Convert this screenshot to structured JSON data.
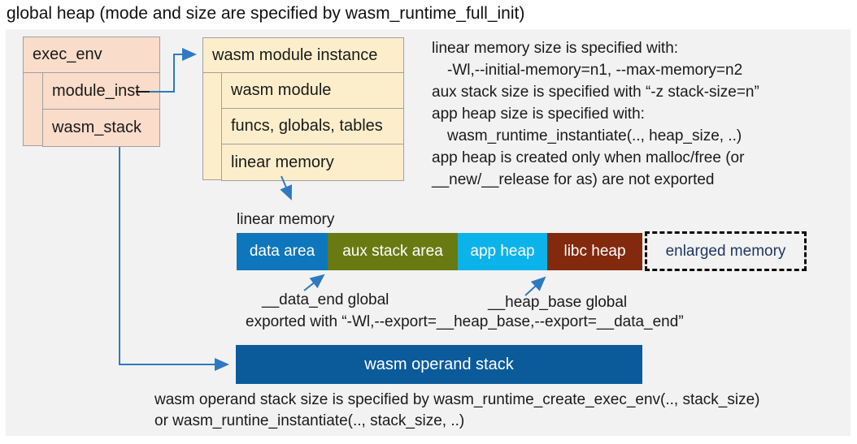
{
  "title": "global heap (mode and size are specified by wasm_runtime_full_init)",
  "exec_env": {
    "header": "exec_env",
    "rows": [
      "module_inst",
      "wasm_stack"
    ]
  },
  "module_instance": {
    "header": "wasm module instance",
    "rows": [
      "wasm module",
      "funcs, globals, tables",
      "linear memory"
    ]
  },
  "info": {
    "lines": [
      "linear memory size is specified with:",
      "-Wl,--initial-memory=n1, --max-memory=n2",
      "aux stack size is specified with “-z stack-size=n”",
      "app heap size is specified with:",
      "wasm_runtime_instantiate(.., heap_size, ..)",
      "app heap is created only when malloc/free (or",
      "__new/__release for as) are not exported"
    ]
  },
  "linear_memory": {
    "label": "linear memory",
    "segments": [
      {
        "label": "data area",
        "color": "#0e76bc"
      },
      {
        "label": "aux stack area",
        "color": "#6a7a12"
      },
      {
        "label": "app heap",
        "color": "#0cb3ea"
      },
      {
        "label": "libc heap",
        "color": "#83290e"
      }
    ],
    "enlarged": {
      "label": "enlarged memory",
      "text_color": "#1f3864"
    }
  },
  "annotations": {
    "data_end": "__data_end global",
    "heap_base": "__heap_base global",
    "exported": "exported with “-Wl,--export=__heap_base,--export=__data_end”"
  },
  "operand_stack": {
    "label": "wasm operand stack",
    "color": "#0b5b9b"
  },
  "footer": {
    "lines": [
      "wasm operand stack size is specified by wasm_runtime_create_exec_env(.., stack_size)",
      "or wasm_runtine_instantiate(.., stack_size, ..)"
    ]
  },
  "colors": {
    "panel_background": "#f2f2f2",
    "struct_fill_exec_env": "#fadcca",
    "struct_fill_module_instance": "#fdeecb",
    "struct_border": "#a0a0a0",
    "arrow": "#2e7ac2",
    "enlarged_text": "#1f3864"
  }
}
